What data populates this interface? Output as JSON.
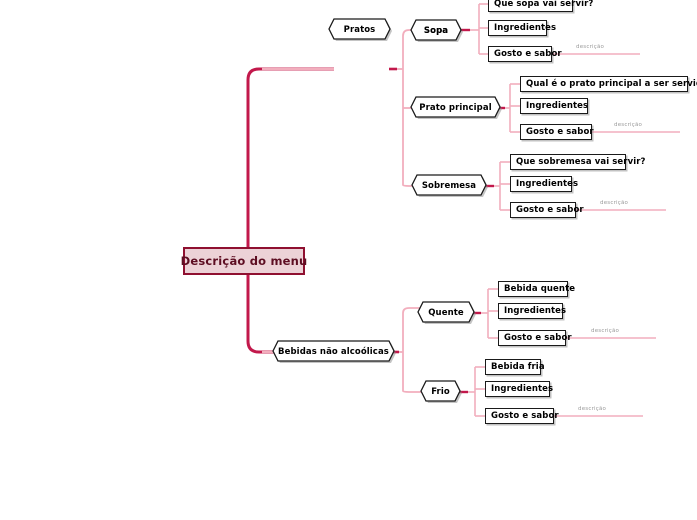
{
  "diagram": {
    "type": "mind-map",
    "title": "Descrição do menu",
    "colors": {
      "root_fill": "#ecd2d7",
      "root_border": "#8f1030",
      "root_text": "#5d0d22",
      "trunk_line": "#c2184b",
      "branch_line": "#f2aebd",
      "node_border": "#1a1a1a",
      "node_fill": "#ffffff",
      "caption_text": "#9b9b9b",
      "background": "#ffffff"
    },
    "caption_label": "descrição"
  },
  "root": {
    "label": "Descrição do menu"
  },
  "branches": [
    {
      "id": "pratos",
      "label": "Pratos",
      "children": [
        {
          "id": "sopa",
          "label": "Sopa",
          "leaves": [
            {
              "label": "Que sopa vai servir?",
              "caption": null
            },
            {
              "label": "Ingredientes",
              "caption": null
            },
            {
              "label": "Gosto e sabor",
              "caption": "descrição"
            }
          ]
        },
        {
          "id": "prato-principal",
          "label": "Prato principal",
          "leaves": [
            {
              "label": "Qual é o prato principal a ser servido?",
              "caption": null
            },
            {
              "label": "Ingredientes",
              "caption": null
            },
            {
              "label": "Gosto e sabor",
              "caption": "descrição"
            }
          ]
        },
        {
          "id": "sobremesa",
          "label": "Sobremesa",
          "leaves": [
            {
              "label": "Que sobremesa vai servir?",
              "caption": null
            },
            {
              "label": "Ingredientes",
              "caption": null
            },
            {
              "label": "Gosto e sabor",
              "caption": "descrição"
            }
          ]
        }
      ]
    },
    {
      "id": "bebidas",
      "label": "Bebidas não alcoólicas",
      "children": [
        {
          "id": "quente",
          "label": "Quente",
          "leaves": [
            {
              "label": "Bebida quente",
              "caption": null
            },
            {
              "label": "Ingredientes",
              "caption": null
            },
            {
              "label": "Gosto e sabor",
              "caption": "descrição"
            }
          ]
        },
        {
          "id": "frio",
          "label": "Frio",
          "leaves": [
            {
              "label": "Bebida fria",
              "caption": null
            },
            {
              "label": "Ingredientes",
              "caption": null
            },
            {
              "label": "Gosto e sabor",
              "caption": "descrição"
            }
          ]
        }
      ]
    }
  ]
}
